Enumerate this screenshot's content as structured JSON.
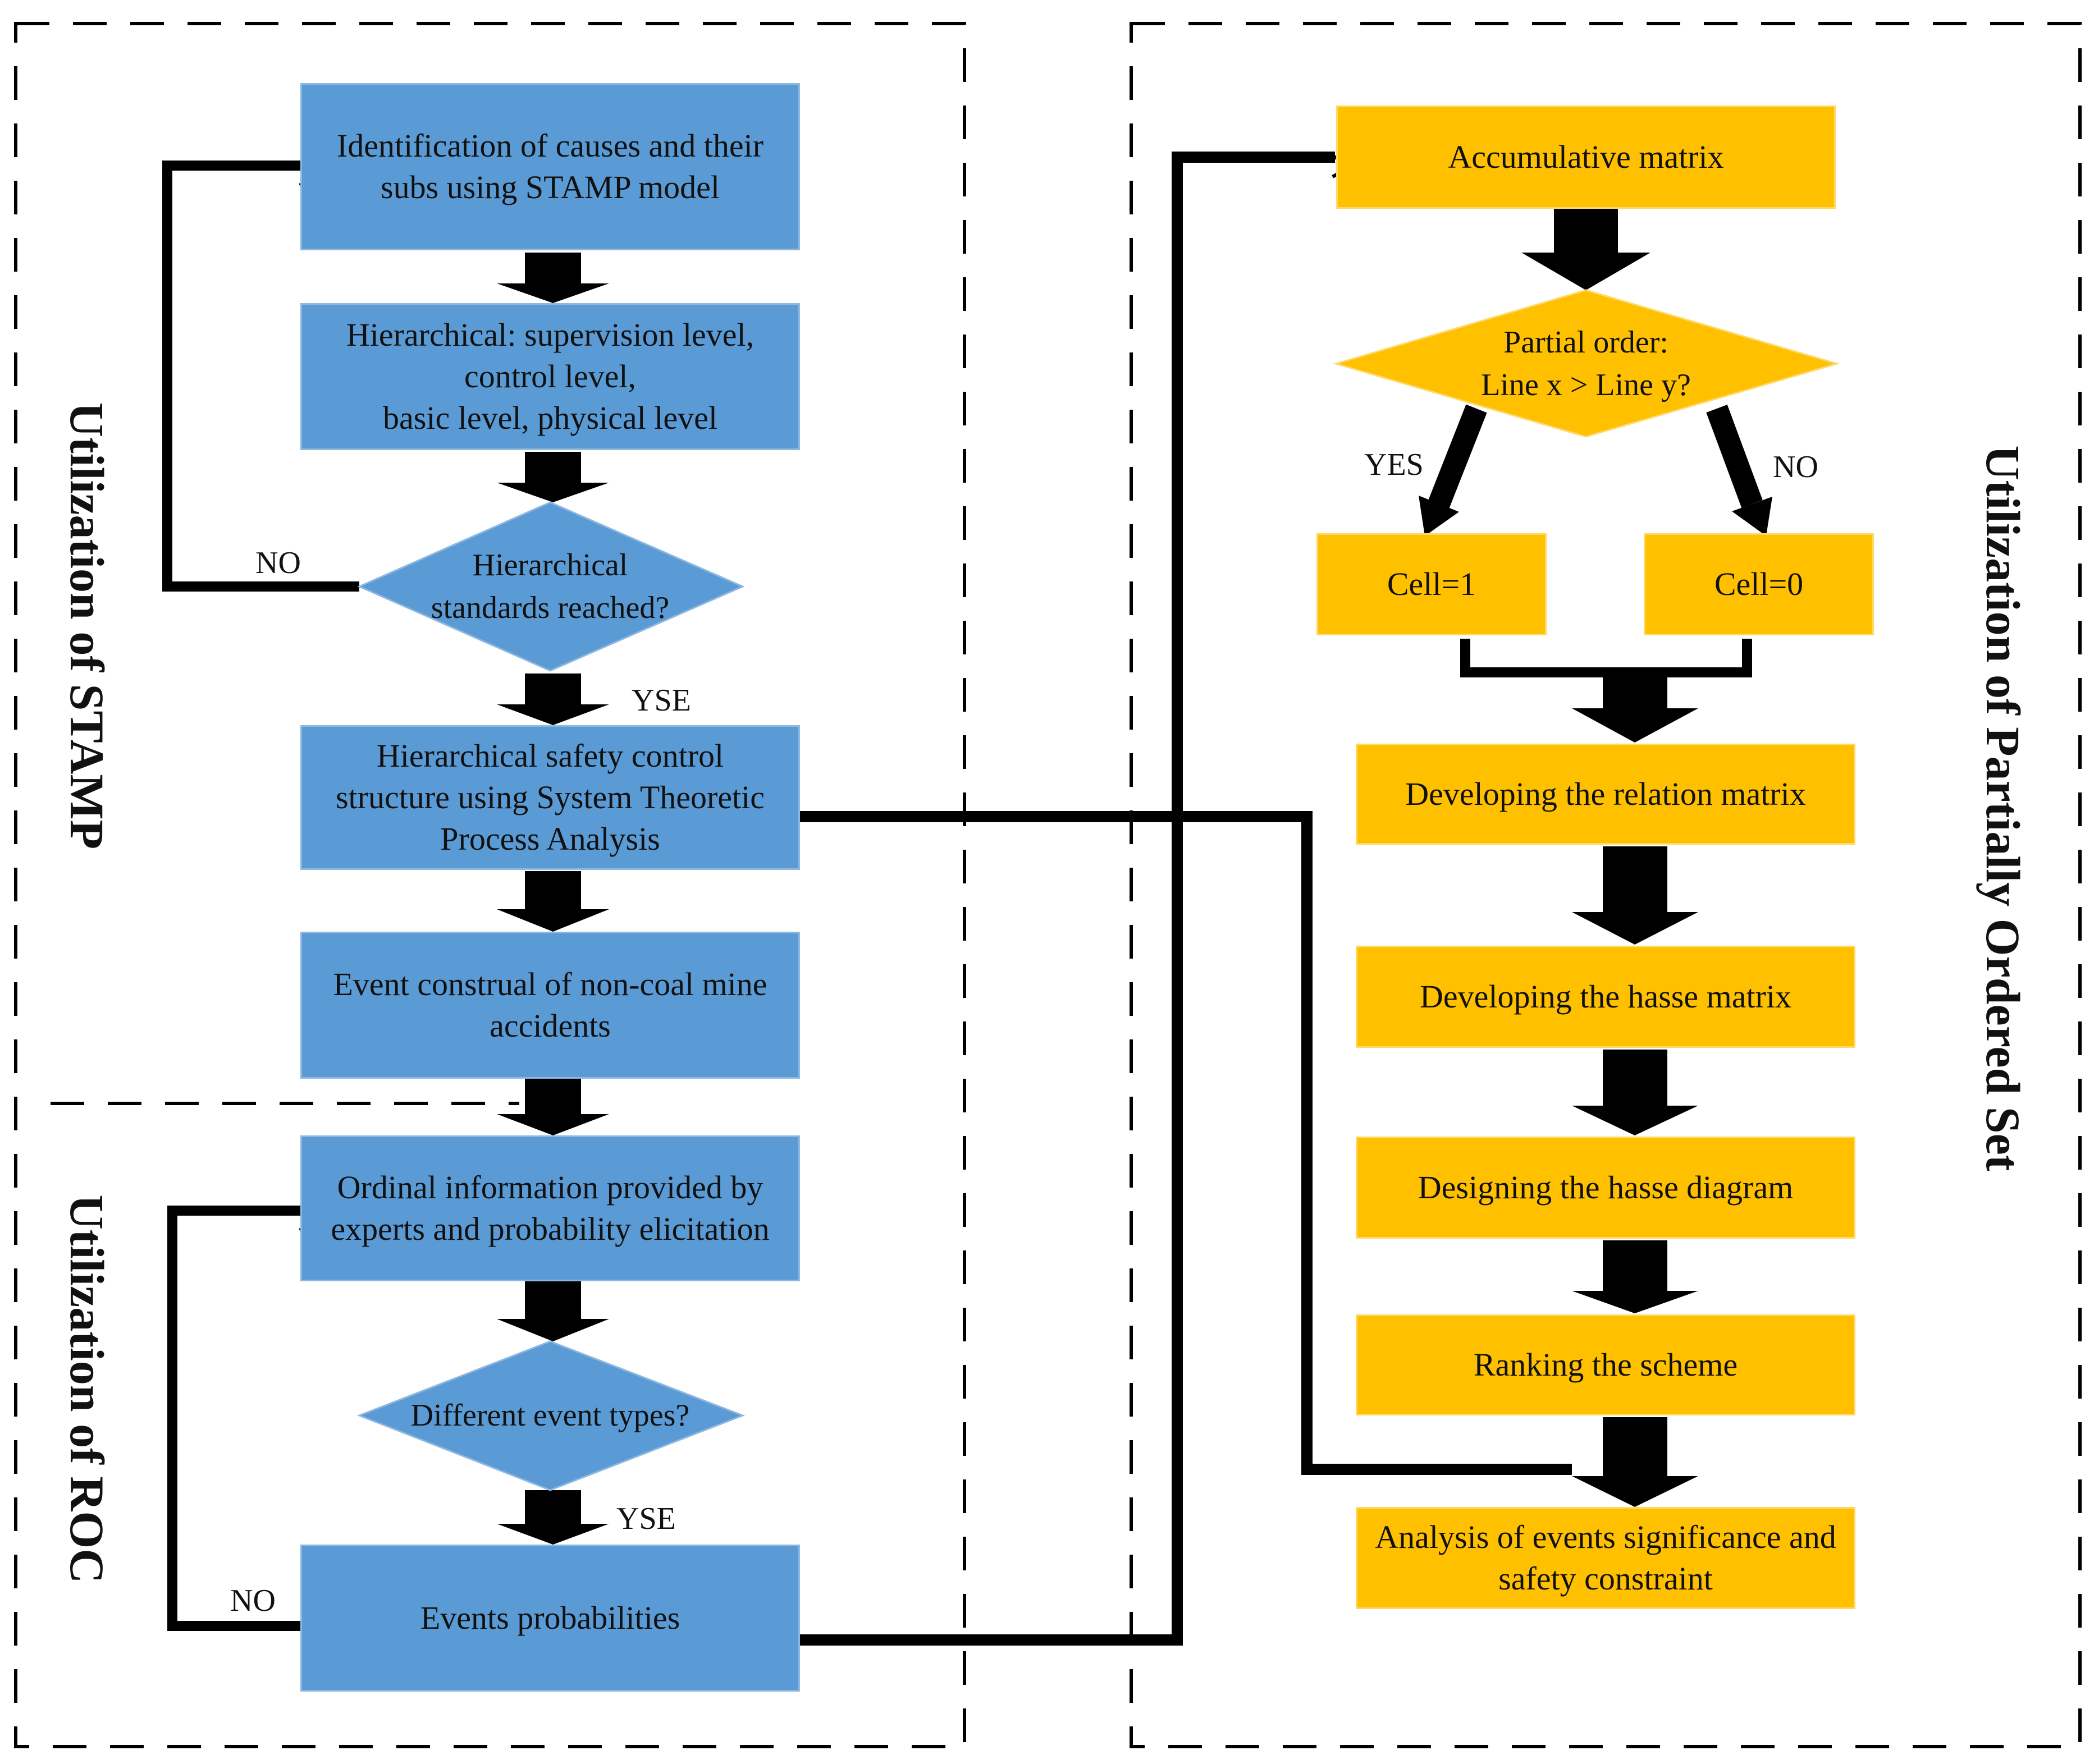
{
  "stamp": {
    "section_title": "Utilization of STAMP",
    "identify": "Identification of causes and their\nsubs using STAMP model",
    "hierarchical": "Hierarchical: supervision level,\ncontrol level,\nbasic level, physical level",
    "decision": "Hierarchical\nstandards reached?",
    "decision_no": "NO",
    "decision_yes": "YSE",
    "control_structure": "Hierarchical safety control\nstructure using System Theoretic\nProcess Analysis",
    "event_construal": "Event construal of non-coal mine\naccidents"
  },
  "roc": {
    "section_title": "Utilization of ROC",
    "ordinal": "Ordinal information provided by\nexperts and probability elicitation",
    "decision": "Different event types?",
    "decision_yes": "YSE",
    "decision_no": "NO",
    "probabilities": "Events probabilities"
  },
  "poset": {
    "section_title": "Utilization of Partially Ordered Set",
    "accumulative": "Accumulative matrix",
    "decision": "Partial order:\nLine x > Line y?",
    "decision_yes": "YES",
    "decision_no": "NO",
    "cell_one": "Cell=1",
    "cell_zero": "Cell=0",
    "relation": "Developing the relation matrix",
    "hasse_matrix": "Developing the hasse matrix",
    "hasse_diagram": "Designing the hasse diagram",
    "ranking": "Ranking the scheme",
    "analysis": "Analysis of events significance and\nsafety constraint"
  },
  "colors": {
    "stamp_roc_box": "#5b9bd5",
    "poset_box": "#ffc000",
    "line": "#000000"
  }
}
